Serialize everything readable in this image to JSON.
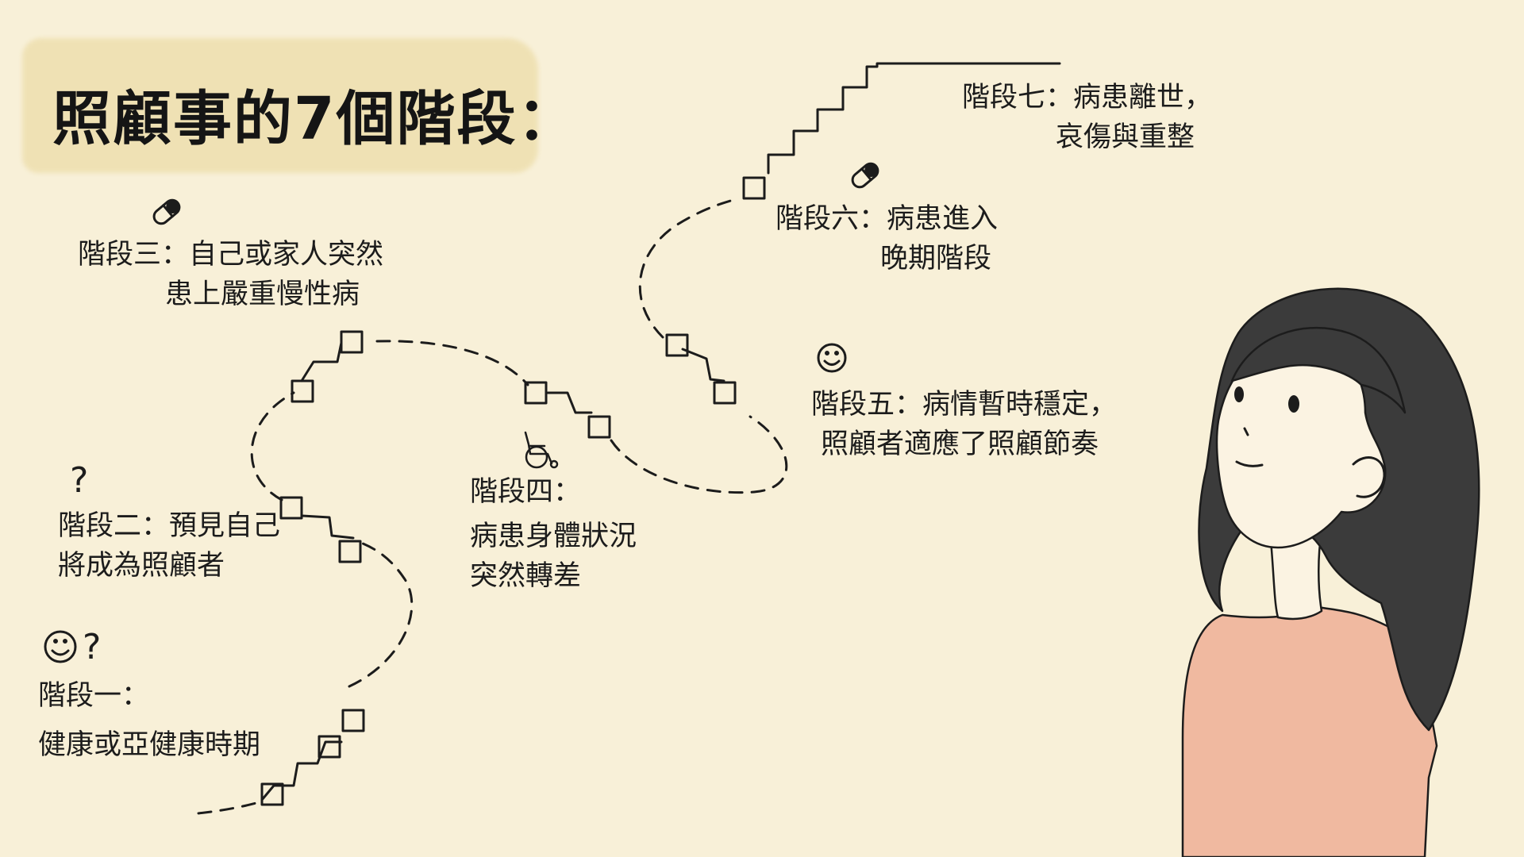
{
  "title": "照顧事的7個階段：",
  "stages": [
    {
      "line1": "階段一：",
      "line2": "健康或亞健康時期"
    },
    {
      "line1": "階段二：預見自己",
      "line2": "將成為照顧者"
    },
    {
      "line1": "階段三：自己或家人突然",
      "line2": "患上嚴重慢性病"
    },
    {
      "line1": "階段四：",
      "line2": "病患身體狀況",
      "line3": "突然轉差"
    },
    {
      "line1": "階段五：病情暫時穩定，",
      "line2": "照顧者適應了照顧節奏"
    },
    {
      "line1": "階段六：病患進入",
      "line2": "晚期階段"
    },
    {
      "line1": "階段七：病患離世，",
      "line2": "哀傷與重整"
    }
  ],
  "question_mark": "?",
  "icons": [
    "smiley-icon",
    "question-mark-icon",
    "pill-icon",
    "wheelchair-icon"
  ],
  "colors": {
    "background": "#f8f0d8",
    "title_highlight": "#efe1b3",
    "ink": "#1c1c1c",
    "hair": "#3b3b3b",
    "shirt": "#f0b9a0",
    "skin": "#fbf3e2"
  }
}
